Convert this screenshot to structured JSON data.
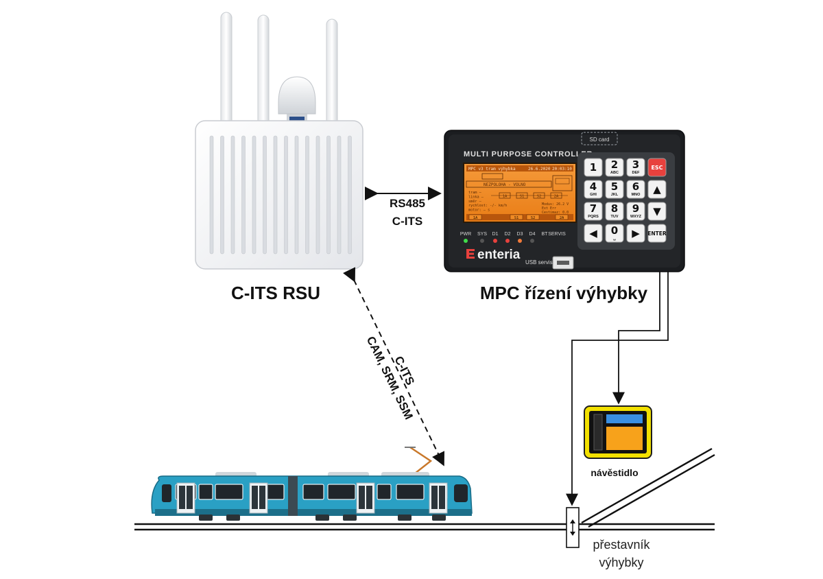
{
  "rsu": {
    "label": "C-ITS RSU"
  },
  "mpc": {
    "label": "MPC řízení výhybky",
    "brand": "enteria",
    "title_text": "MULTI PURPOSE CONTROLLER",
    "sd_card": "SD card",
    "usb_label": "USB servis",
    "leds": [
      "PWR",
      "SYS",
      "D1",
      "D2",
      "D3",
      "D4",
      "BT",
      "SERVIS"
    ],
    "screen": {
      "line_top": "MPC v3 tram výhybka",
      "line_date": "26.6.2020",
      "line_time": "20:03:10",
      "status": "NEZPOLOHA - VOLNO",
      "rows": [
        "tram —",
        "linka —",
        "směr —",
        "rychlost: -/- km/h",
        "motor: — s"
      ],
      "right_info": [
        "Modus: 26.2 V",
        "Ext  Err",
        "Cestimaz: 0.0"
      ],
      "bottom": [
        "1A",
        "S1",
        "S2",
        "2A"
      ],
      "mid_boxes": [
        "1A",
        "S1",
        "S2",
        "2A"
      ]
    },
    "keys": [
      {
        "num": "1",
        "sub": ""
      },
      {
        "num": "2",
        "sub": "ABC"
      },
      {
        "num": "3",
        "sub": "DEF"
      },
      {
        "num": "ESC",
        "sub": ""
      },
      {
        "num": "4",
        "sub": "GHI"
      },
      {
        "num": "5",
        "sub": "JKL"
      },
      {
        "num": "6",
        "sub": "MNO"
      },
      {
        "num": "▲",
        "sub": ""
      },
      {
        "num": "7",
        "sub": "PQRS"
      },
      {
        "num": "8",
        "sub": "TUV"
      },
      {
        "num": "9",
        "sub": "WXYZ"
      },
      {
        "num": "▼",
        "sub": ""
      },
      {
        "num": "◀",
        "sub": ""
      },
      {
        "num": "0",
        "sub": "␣"
      },
      {
        "num": "▶",
        "sub": ""
      },
      {
        "num": "ENTER",
        "sub": ""
      }
    ]
  },
  "link_rs485": {
    "line1": "RS485",
    "line2": "C-ITS"
  },
  "link_wireless": {
    "line1": "C-ITS",
    "line2": "CAM, SRM, SSM"
  },
  "signal": {
    "label": "návěstidlo"
  },
  "actuator": {
    "line1": "přestavník",
    "line2": "výhybky"
  },
  "colors": {
    "tram_body": "#2aa0c4",
    "tram_dark": "#1c6f8a",
    "screen": "#f08a24",
    "signal_blue": "#3a8fe0",
    "signal_orange": "#f7a21b",
    "signal_frame": "#f2e000",
    "esc_key": "#e8413d"
  }
}
